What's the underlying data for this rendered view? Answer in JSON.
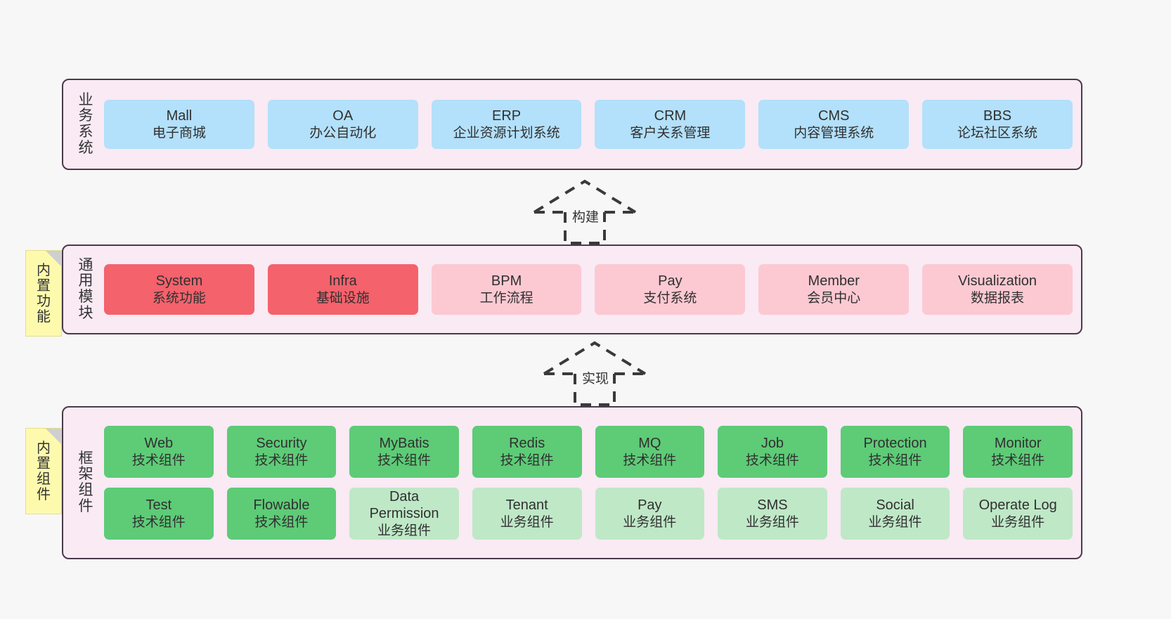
{
  "diagram": {
    "background_color": "#f7f7f7",
    "layer_fill": "#f9eaf4",
    "layer_border": "#4a3a4a",
    "note_fill": "#fdfaad"
  },
  "layers": [
    {
      "id": "business",
      "title": "业务系统",
      "title_chars": [
        "业",
        "务",
        "系",
        "统"
      ],
      "rows": [
        [
          {
            "name": "Mall",
            "desc": "电子商城",
            "color": "#b3e0fa",
            "tone": "blue"
          },
          {
            "name": "OA",
            "desc": "办公自动化",
            "color": "#b3e0fa",
            "tone": "blue"
          },
          {
            "name": "ERP",
            "desc": "企业资源计划系统",
            "color": "#b3e0fa",
            "tone": "blue"
          },
          {
            "name": "CRM",
            "desc": "客户关系管理",
            "color": "#b3e0fa",
            "tone": "blue"
          },
          {
            "name": "CMS",
            "desc": "内容管理系统",
            "color": "#b3e0fa",
            "tone": "blue"
          },
          {
            "name": "BBS",
            "desc": "论坛社区系统",
            "color": "#b3e0fa",
            "tone": "blue"
          }
        ]
      ]
    },
    {
      "id": "common",
      "title": "通用模块",
      "title_chars": [
        "通",
        "用",
        "模",
        "块"
      ],
      "rows": [
        [
          {
            "name": "System",
            "desc": "系统功能",
            "color": "#f4626c",
            "tone": "red"
          },
          {
            "name": "Infra",
            "desc": "基础设施",
            "color": "#f4626c",
            "tone": "red"
          },
          {
            "name": "BPM",
            "desc": "工作流程",
            "color": "#fcc9d2",
            "tone": "pink"
          },
          {
            "name": "Pay",
            "desc": "支付系统",
            "color": "#fcc9d2",
            "tone": "pink"
          },
          {
            "name": "Member",
            "desc": "会员中心",
            "color": "#fcc9d2",
            "tone": "pink"
          },
          {
            "name": "Visualization",
            "desc": "数据报表",
            "color": "#fcc9d2",
            "tone": "pink"
          }
        ]
      ]
    },
    {
      "id": "framework",
      "title": "框架组件",
      "title_chars": [
        "框",
        "架",
        "组",
        "件"
      ],
      "rows": [
        [
          {
            "name": "Web",
            "desc": "技术组件",
            "color": "#5ecb77",
            "tone": "green"
          },
          {
            "name": "Security",
            "desc": "技术组件",
            "color": "#5ecb77",
            "tone": "green"
          },
          {
            "name": "MyBatis",
            "desc": "技术组件",
            "color": "#5ecb77",
            "tone": "green"
          },
          {
            "name": "Redis",
            "desc": "技术组件",
            "color": "#5ecb77",
            "tone": "green"
          },
          {
            "name": "MQ",
            "desc": "技术组件",
            "color": "#5ecb77",
            "tone": "green"
          },
          {
            "name": "Job",
            "desc": "技术组件",
            "color": "#5ecb77",
            "tone": "green"
          },
          {
            "name": "Protection",
            "desc": "技术组件",
            "color": "#5ecb77",
            "tone": "green"
          },
          {
            "name": "Monitor",
            "desc": "技术组件",
            "color": "#5ecb77",
            "tone": "green"
          }
        ],
        [
          {
            "name": "Test",
            "desc": "技术组件",
            "color": "#5ecb77",
            "tone": "green"
          },
          {
            "name": "Flowable",
            "desc": "技术组件",
            "color": "#5ecb77",
            "tone": "green"
          },
          {
            "name": "Data Permission",
            "desc": "业务组件",
            "color": "#bfe8c7",
            "tone": "lightgreen"
          },
          {
            "name": "Tenant",
            "desc": "业务组件",
            "color": "#bfe8c7",
            "tone": "lightgreen"
          },
          {
            "name": "Pay",
            "desc": "业务组件",
            "color": "#bfe8c7",
            "tone": "lightgreen"
          },
          {
            "name": "SMS",
            "desc": "业务组件",
            "color": "#bfe8c7",
            "tone": "lightgreen"
          },
          {
            "name": "Social",
            "desc": "业务组件",
            "color": "#bfe8c7",
            "tone": "lightgreen"
          },
          {
            "name": "Operate Log",
            "desc": "业务组件",
            "color": "#bfe8c7",
            "tone": "lightgreen"
          }
        ]
      ]
    }
  ],
  "notes": [
    {
      "id": "note-common",
      "text": "内置功能",
      "chars": [
        "内",
        "置",
        "功",
        "能"
      ]
    },
    {
      "id": "note-framework",
      "text": "内置组件",
      "chars": [
        "内",
        "置",
        "组",
        "件"
      ]
    }
  ],
  "arrows": [
    {
      "id": "arrow-build",
      "label": "构建",
      "style": "dashed-hollow-triangle-up"
    },
    {
      "id": "arrow-impl",
      "label": "实现",
      "style": "dashed-hollow-triangle-up"
    }
  ]
}
